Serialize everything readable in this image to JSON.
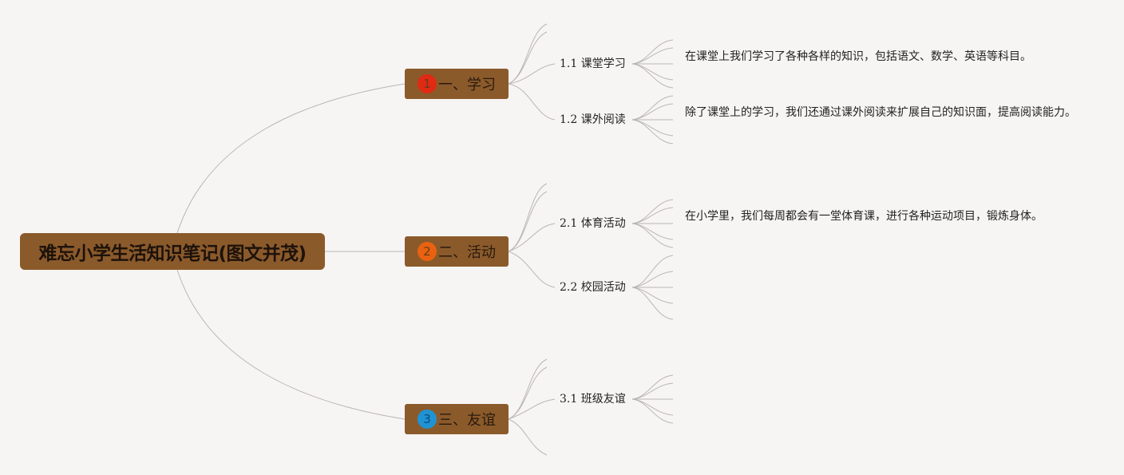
{
  "root": {
    "title": "难忘小学生活知识笔记(图文并茂)"
  },
  "branches": [
    {
      "marker": "1",
      "marker_color": "#e02a14",
      "label": "一、学习",
      "children": [
        {
          "label": "1.1 课堂学习",
          "note": "在课堂上我们学习了各种各样的知识，包括语文、数学、英语等科目。"
        },
        {
          "label": "1.2 课外阅读",
          "note": "除了课堂上的学习，我们还通过课外阅读来扩展自己的知识面，提高阅读能力。"
        }
      ]
    },
    {
      "marker": "2",
      "marker_color": "#e8620f",
      "label": "二、活动",
      "children": [
        {
          "label": "2.1 体育活动",
          "note": "在小学里，我们每周都会有一堂体育课，进行各种运动项目，锻炼身体。"
        },
        {
          "label": "2.2 校园活动",
          "note": ""
        }
      ]
    },
    {
      "marker": "3",
      "marker_color": "#1f93d3",
      "label": "三、友谊",
      "children": [
        {
          "label": "3.1 班级友谊",
          "note": ""
        }
      ]
    }
  ],
  "colors": {
    "background": "#f7f5f3",
    "node_fill": "#8b5a2b",
    "connector": "#b9b6b2"
  }
}
